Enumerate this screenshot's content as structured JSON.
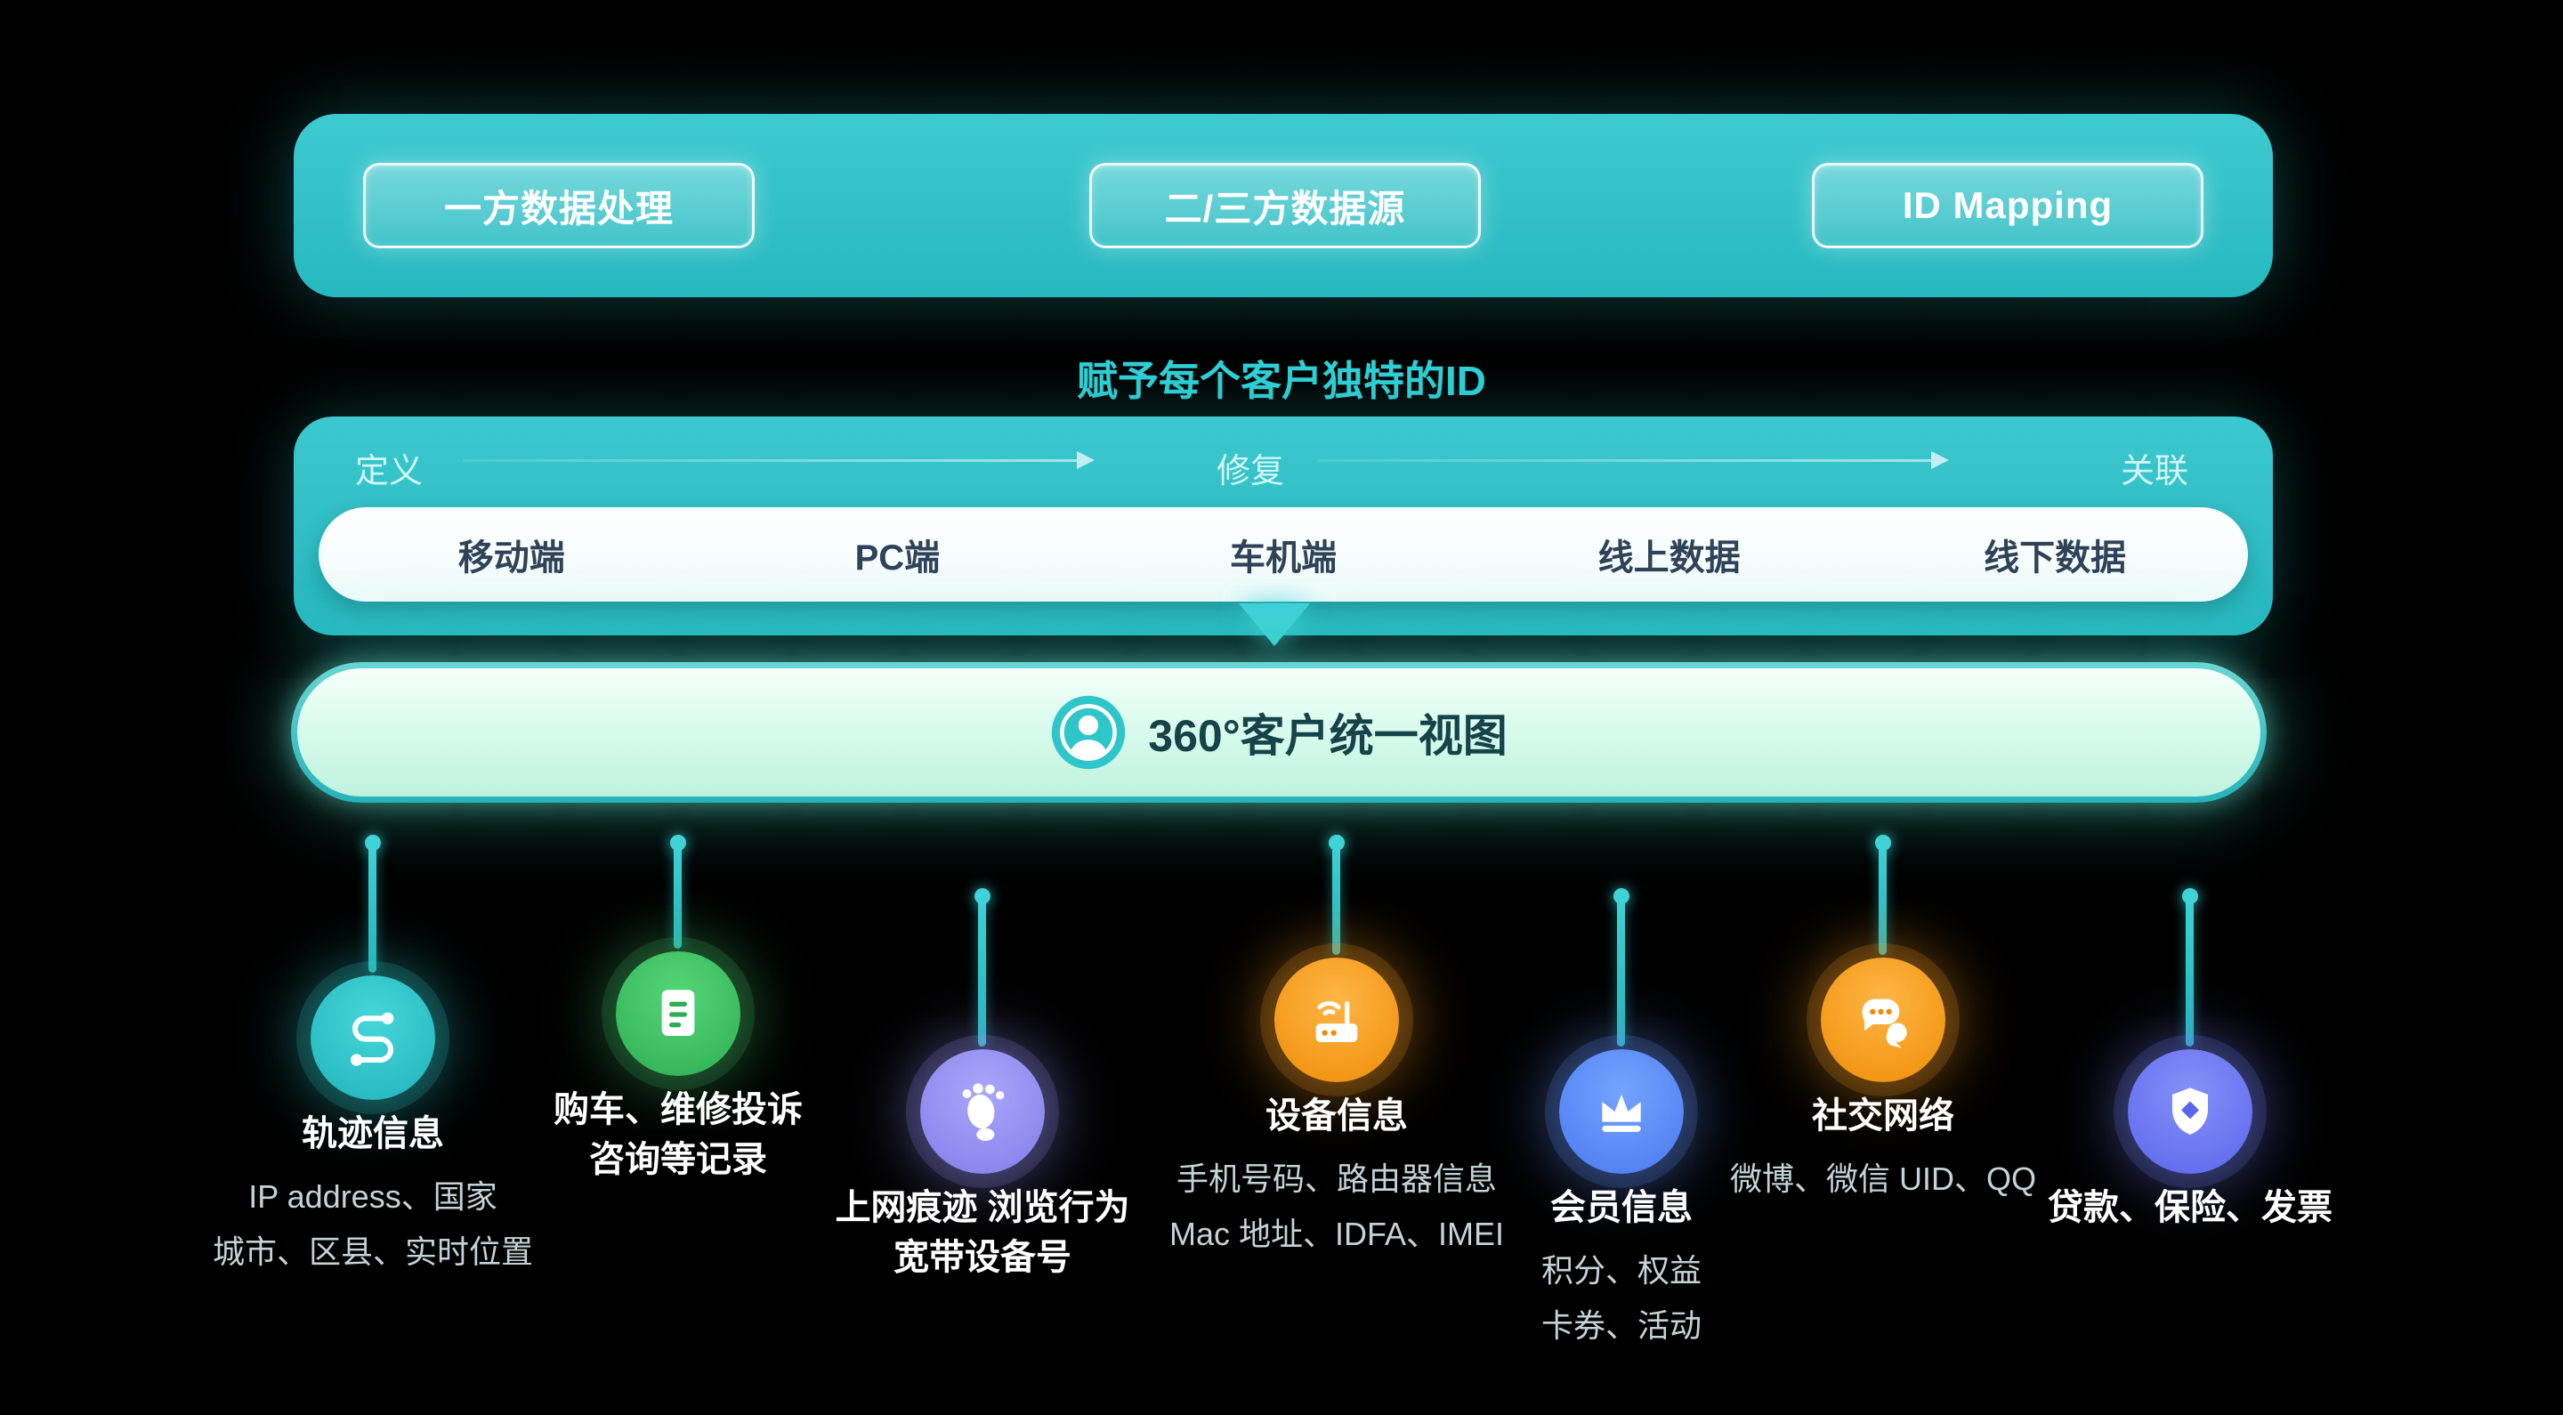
{
  "header": {
    "pills": [
      {
        "label": "一方数据处理"
      },
      {
        "label": "二/三方数据源"
      },
      {
        "label": "ID Mapping"
      }
    ]
  },
  "subtitle": "赋予每个客户独特的ID",
  "id_pipeline": {
    "stages": [
      {
        "label": "定义"
      },
      {
        "label": "修复"
      },
      {
        "label": "关联"
      }
    ],
    "channels": [
      {
        "label": "移动端"
      },
      {
        "label": "PC端"
      },
      {
        "label": "车机端"
      },
      {
        "label": "线上数据"
      },
      {
        "label": "线下数据"
      }
    ]
  },
  "unified_view": {
    "icon": "user-icon",
    "label": "360°客户统一视图"
  },
  "sources": [
    {
      "icon": "route-icon",
      "color": "#2fc6c9",
      "title_lines": [
        "轨迹信息"
      ],
      "desc_lines": [
        "IP address、国家",
        "城市、区县、实时位置"
      ]
    },
    {
      "icon": "document-icon",
      "color": "#3cc763",
      "title_lines": [
        "购车、维修投诉",
        "咨询等记录"
      ],
      "desc_lines": []
    },
    {
      "icon": "footprint-icon",
      "color": "#948ff2",
      "title_lines": [
        "上网痕迹 浏览行为",
        "宽带设备号"
      ],
      "desc_lines": []
    },
    {
      "icon": "router-icon",
      "color": "#f59a23",
      "title_lines": [
        "设备信息"
      ],
      "desc_lines": [
        "手机号码、路由器信息",
        "Mac 地址、IDFA、IMEI"
      ]
    },
    {
      "icon": "crown-icon",
      "color": "#5b8ff9",
      "title_lines": [
        "会员信息"
      ],
      "desc_lines": [
        "积分、权益",
        "卡券、活动"
      ]
    },
    {
      "icon": "chat-icon",
      "color": "#f59a23",
      "title_lines": [
        "社交网络"
      ],
      "desc_lines": [
        "微博、微信 UID、QQ"
      ]
    },
    {
      "icon": "shield-diamond-icon",
      "color": "#6d79f4",
      "title_lines": [
        "贷款、保险、发票"
      ],
      "desc_lines": []
    }
  ],
  "palette": {
    "teal": "#2cc3c9",
    "mint_from": "#f6fffa",
    "mint_to": "#bef2dd",
    "background": "#000000"
  }
}
